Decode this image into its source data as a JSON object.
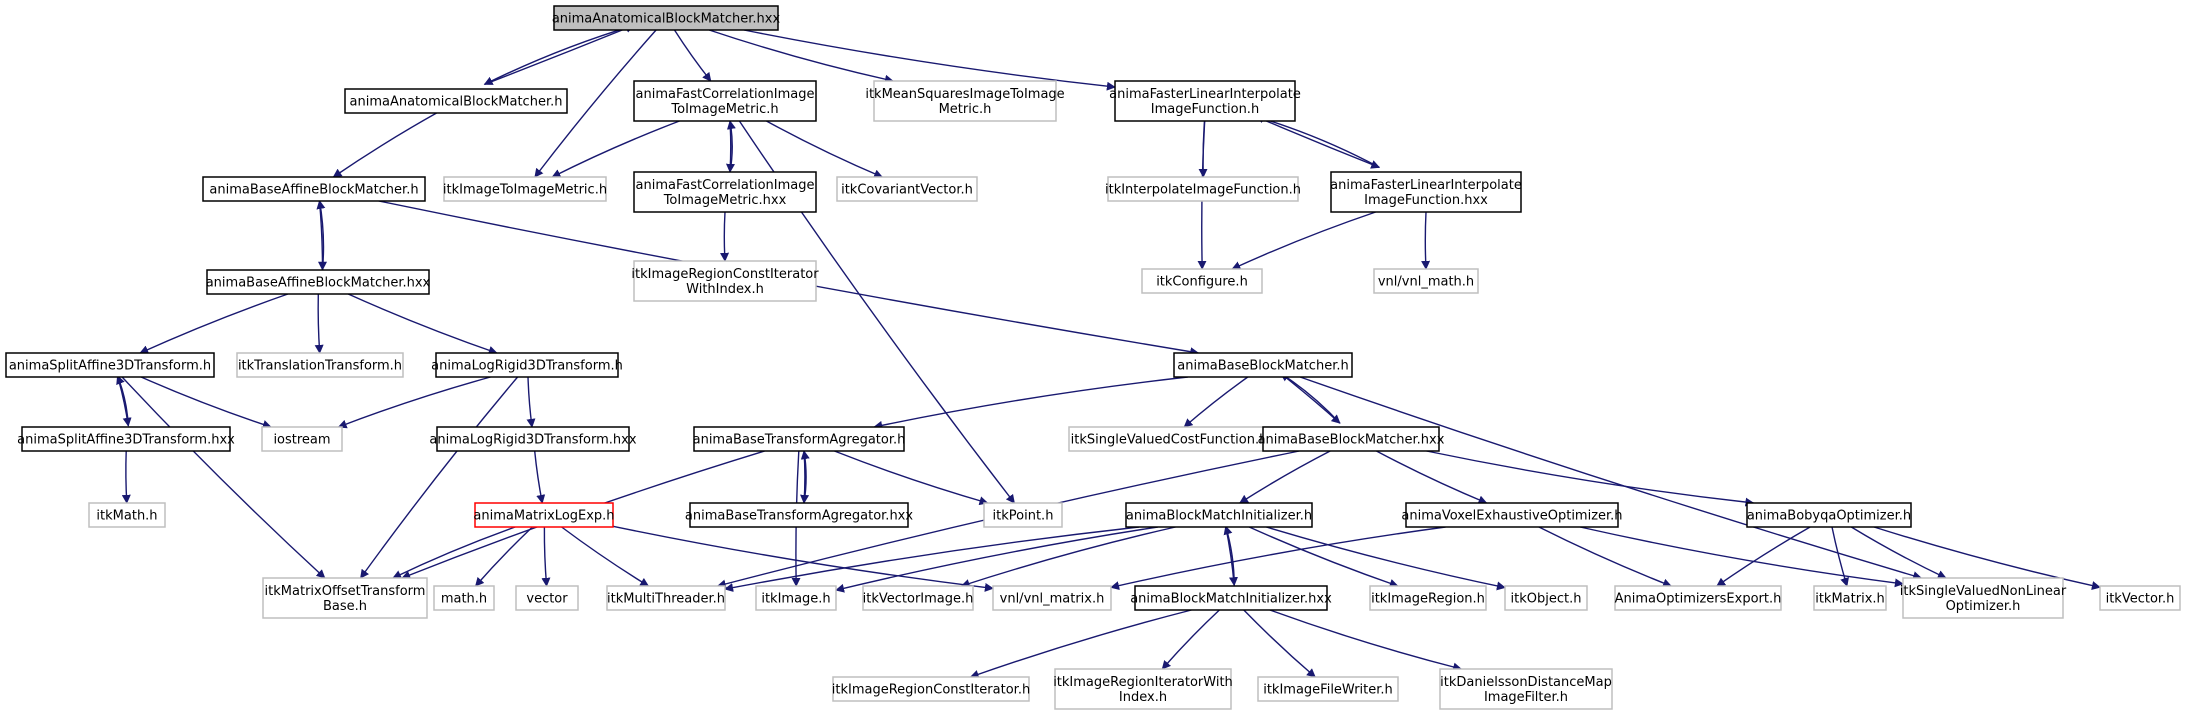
{
  "colors": {
    "edge": "#191970",
    "project_border": "#000000",
    "external_border": "#bfbfbf",
    "error_border": "#ff0000",
    "root_fill": "#bfbfbf",
    "node_fill": "#ffffff"
  },
  "nodes": [
    {
      "id": "root",
      "lines": [
        "animaAnatomicalBlockMatcher.hxx"
      ],
      "kind": "root"
    },
    {
      "id": "abm_h",
      "lines": [
        "animaAnatomicalBlockMatcher.h"
      ],
      "kind": "project"
    },
    {
      "id": "fci_h",
      "lines": [
        "animaFastCorrelationImage",
        "ToImageMetric.h"
      ],
      "kind": "project"
    },
    {
      "id": "msq_h",
      "lines": [
        "itkMeanSquaresImageToImage",
        "Metric.h"
      ],
      "kind": "external"
    },
    {
      "id": "fli_h",
      "lines": [
        "animaFasterLinearInterpolate",
        "ImageFunction.h"
      ],
      "kind": "project"
    },
    {
      "id": "baffbm_h",
      "lines": [
        "animaBaseAffineBlockMatcher.h"
      ],
      "kind": "project"
    },
    {
      "id": "itim_h",
      "lines": [
        "itkImageToImageMetric.h"
      ],
      "kind": "external"
    },
    {
      "id": "fci_hxx",
      "lines": [
        "animaFastCorrelationImage",
        "ToImageMetric.hxx"
      ],
      "kind": "project"
    },
    {
      "id": "covvec_h",
      "lines": [
        "itkCovariantVector.h"
      ],
      "kind": "external"
    },
    {
      "id": "interp_h",
      "lines": [
        "itkInterpolateImageFunction.h"
      ],
      "kind": "external"
    },
    {
      "id": "fli_hxx",
      "lines": [
        "animaFasterLinearInterpolate",
        "ImageFunction.hxx"
      ],
      "kind": "project"
    },
    {
      "id": "baffbm_hxx",
      "lines": [
        "animaBaseAffineBlockMatcher.hxx"
      ],
      "kind": "project"
    },
    {
      "id": "irci_wi",
      "lines": [
        "itkImageRegionConstIterator",
        "WithIndex.h"
      ],
      "kind": "external"
    },
    {
      "id": "config_h",
      "lines": [
        "itkConfigure.h"
      ],
      "kind": "external"
    },
    {
      "id": "vnlmath_h",
      "lines": [
        "vnl/vnl_math.h"
      ],
      "kind": "external"
    },
    {
      "id": "split_h",
      "lines": [
        "animaSplitAffine3DTransform.h"
      ],
      "kind": "project"
    },
    {
      "id": "trans_h",
      "lines": [
        "itkTranslationTransform.h"
      ],
      "kind": "external"
    },
    {
      "id": "logrigid_h",
      "lines": [
        "animaLogRigid3DTransform.h"
      ],
      "kind": "project"
    },
    {
      "id": "bbm_h",
      "lines": [
        "animaBaseBlockMatcher.h"
      ],
      "kind": "project"
    },
    {
      "id": "split_hxx",
      "lines": [
        "animaSplitAffine3DTransform.hxx"
      ],
      "kind": "project"
    },
    {
      "id": "iostream",
      "lines": [
        "iostream"
      ],
      "kind": "external"
    },
    {
      "id": "logrigid_hxx",
      "lines": [
        "animaLogRigid3DTransform.hxx"
      ],
      "kind": "project"
    },
    {
      "id": "bta_h",
      "lines": [
        "animaBaseTransformAgregator.h"
      ],
      "kind": "project"
    },
    {
      "id": "svcf_h",
      "lines": [
        "itkSingleValuedCostFunction.h"
      ],
      "kind": "external"
    },
    {
      "id": "bbm_hxx",
      "lines": [
        "animaBaseBlockMatcher.hxx"
      ],
      "kind": "project"
    },
    {
      "id": "itkmath_h",
      "lines": [
        "itkMath.h"
      ],
      "kind": "external"
    },
    {
      "id": "matlog_h",
      "lines": [
        "animaMatrixLogExp.h"
      ],
      "kind": "error"
    },
    {
      "id": "bta_hxx",
      "lines": [
        "animaBaseTransformAgregator.hxx"
      ],
      "kind": "project"
    },
    {
      "id": "point_h",
      "lines": [
        "itkPoint.h"
      ],
      "kind": "external"
    },
    {
      "id": "bmi_h",
      "lines": [
        "animaBlockMatchInitializer.h"
      ],
      "kind": "project"
    },
    {
      "id": "vox_h",
      "lines": [
        "animaVoxelExhaustiveOptimizer.h"
      ],
      "kind": "project"
    },
    {
      "id": "bobyqa_h",
      "lines": [
        "animaBobyqaOptimizer.h"
      ],
      "kind": "project"
    },
    {
      "id": "mot_h",
      "lines": [
        "itkMatrixOffsetTransform",
        "Base.h"
      ],
      "kind": "external"
    },
    {
      "id": "math_h",
      "lines": [
        "math.h"
      ],
      "kind": "external"
    },
    {
      "id": "vector",
      "lines": [
        "vector"
      ],
      "kind": "external"
    },
    {
      "id": "multithr_h",
      "lines": [
        "itkMultiThreader.h"
      ],
      "kind": "external"
    },
    {
      "id": "image_h",
      "lines": [
        "itkImage.h"
      ],
      "kind": "external"
    },
    {
      "id": "vecimg_h",
      "lines": [
        "itkVectorImage.h"
      ],
      "kind": "external"
    },
    {
      "id": "vnlmatrix_h",
      "lines": [
        "vnl/vnl_matrix.h"
      ],
      "kind": "external"
    },
    {
      "id": "bmi_hxx",
      "lines": [
        "animaBlockMatchInitializer.hxx"
      ],
      "kind": "project"
    },
    {
      "id": "region_h",
      "lines": [
        "itkImageRegion.h"
      ],
      "kind": "external"
    },
    {
      "id": "object_h",
      "lines": [
        "itkObject.h"
      ],
      "kind": "external"
    },
    {
      "id": "optexp_h",
      "lines": [
        "AnimaOptimizersExport.h"
      ],
      "kind": "external"
    },
    {
      "id": "matrix_h",
      "lines": [
        "itkMatrix.h"
      ],
      "kind": "external"
    },
    {
      "id": "svnlo_h",
      "lines": [
        "itkSingleValuedNonLinear",
        "Optimizer.h"
      ],
      "kind": "external"
    },
    {
      "id": "itkvector_h",
      "lines": [
        "itkVector.h"
      ],
      "kind": "external"
    },
    {
      "id": "irci_h",
      "lines": [
        "itkImageRegionConstIterator.h"
      ],
      "kind": "external"
    },
    {
      "id": "iriwi_h",
      "lines": [
        "itkImageRegionIteratorWith",
        "Index.h"
      ],
      "kind": "external"
    },
    {
      "id": "ifw_h",
      "lines": [
        "itkImageFileWriter.h"
      ],
      "kind": "external"
    },
    {
      "id": "danielsson_h",
      "lines": [
        "itkDanielssonDistanceMap",
        "ImageFilter.h"
      ],
      "kind": "external"
    }
  ],
  "edges": [
    [
      "root",
      "abm_h"
    ],
    [
      "abm_h",
      "root"
    ],
    [
      "root",
      "fci_h"
    ],
    [
      "root",
      "msq_h"
    ],
    [
      "root",
      "fli_h"
    ],
    [
      "root",
      "itim_h"
    ],
    [
      "abm_h",
      "baffbm_h"
    ],
    [
      "fci_h",
      "itim_h"
    ],
    [
      "fci_h",
      "fci_hxx"
    ],
    [
      "fci_hxx",
      "fci_h"
    ],
    [
      "fci_h",
      "covvec_h"
    ],
    [
      "fci_h",
      "point_h"
    ],
    [
      "fci_hxx",
      "irci_wi"
    ],
    [
      "fli_h",
      "interp_h"
    ],
    [
      "fli_h",
      "fli_hxx"
    ],
    [
      "fli_hxx",
      "fli_h"
    ],
    [
      "fli_h",
      "config_h"
    ],
    [
      "fli_hxx",
      "config_h"
    ],
    [
      "fli_hxx",
      "vnlmath_h"
    ],
    [
      "baffbm_h",
      "baffbm_hxx"
    ],
    [
      "baffbm_hxx",
      "baffbm_h"
    ],
    [
      "baffbm_h",
      "bbm_h"
    ],
    [
      "baffbm_hxx",
      "split_h"
    ],
    [
      "baffbm_hxx",
      "trans_h"
    ],
    [
      "baffbm_hxx",
      "logrigid_h"
    ],
    [
      "split_h",
      "split_hxx"
    ],
    [
      "split_hxx",
      "split_h"
    ],
    [
      "split_h",
      "iostream"
    ],
    [
      "split_h",
      "mot_h"
    ],
    [
      "split_hxx",
      "itkmath_h"
    ],
    [
      "logrigid_h",
      "iostream"
    ],
    [
      "logrigid_h",
      "logrigid_hxx"
    ],
    [
      "logrigid_h",
      "mot_h"
    ],
    [
      "logrigid_hxx",
      "matlog_h"
    ],
    [
      "matlog_h",
      "mot_h"
    ],
    [
      "matlog_h",
      "math_h"
    ],
    [
      "matlog_h",
      "vector"
    ],
    [
      "matlog_h",
      "multithr_h"
    ],
    [
      "matlog_h",
      "vnlmatrix_h"
    ],
    [
      "bbm_h",
      "bta_h"
    ],
    [
      "bbm_h",
      "svcf_h"
    ],
    [
      "bbm_h",
      "bbm_hxx"
    ],
    [
      "bbm_hxx",
      "bbm_h"
    ],
    [
      "bbm_h",
      "svnlo_h"
    ],
    [
      "bta_h",
      "bta_hxx"
    ],
    [
      "bta_hxx",
      "bta_h"
    ],
    [
      "bta_h",
      "point_h"
    ],
    [
      "bta_h",
      "mot_h"
    ],
    [
      "bta_h",
      "image_h"
    ],
    [
      "bbm_hxx",
      "multithr_h"
    ],
    [
      "bbm_hxx",
      "bmi_h"
    ],
    [
      "bbm_hxx",
      "vox_h"
    ],
    [
      "bbm_hxx",
      "bobyqa_h"
    ],
    [
      "bmi_h",
      "multithr_h"
    ],
    [
      "bmi_h",
      "image_h"
    ],
    [
      "bmi_h",
      "vecimg_h"
    ],
    [
      "bmi_h",
      "bmi_hxx"
    ],
    [
      "bmi_hxx",
      "bmi_h"
    ],
    [
      "bmi_h",
      "region_h"
    ],
    [
      "bmi_h",
      "object_h"
    ],
    [
      "bmi_hxx",
      "irci_h"
    ],
    [
      "bmi_hxx",
      "iriwi_h"
    ],
    [
      "bmi_hxx",
      "ifw_h"
    ],
    [
      "bmi_hxx",
      "danielsson_h"
    ],
    [
      "vox_h",
      "vnlmatrix_h"
    ],
    [
      "vox_h",
      "optexp_h"
    ],
    [
      "vox_h",
      "svnlo_h"
    ],
    [
      "bobyqa_h",
      "optexp_h"
    ],
    [
      "bobyqa_h",
      "matrix_h"
    ],
    [
      "bobyqa_h",
      "svnlo_h"
    ],
    [
      "bobyqa_h",
      "itkvector_h"
    ]
  ]
}
